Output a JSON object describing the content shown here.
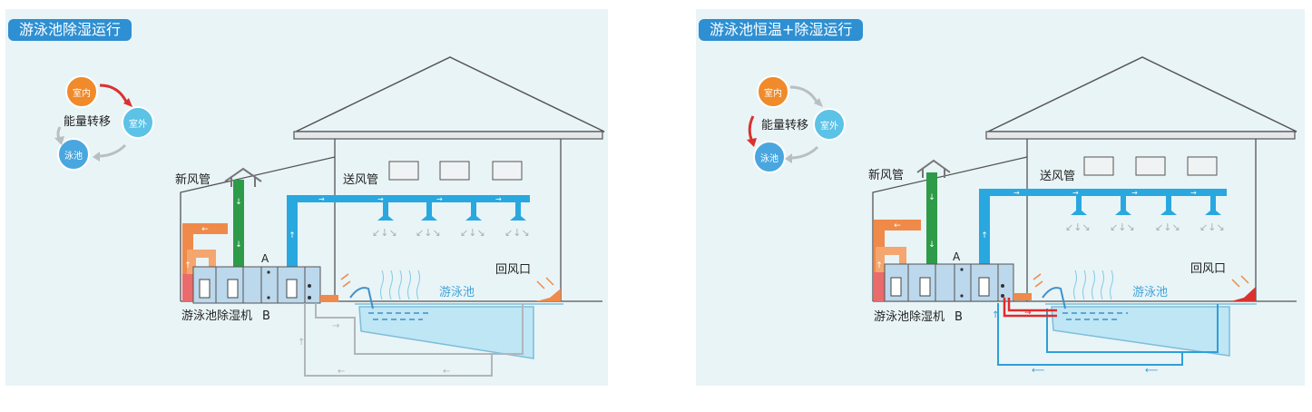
{
  "panels": [
    {
      "title": "游泳池除湿运行",
      "cycle": {
        "label": "能量转移",
        "indoor": "室内",
        "outdoor": "室外",
        "pool": "泳池"
      },
      "labels": {
        "fresh_air": "新风管",
        "supply_air": "送风管",
        "return_air": "回风口",
        "pool": "游泳池",
        "unit": "游泳池除湿机",
        "point_a": "A",
        "point_b": "B"
      }
    },
    {
      "title": "游泳池恒温+除湿运行",
      "cycle": {
        "label": "能量转移",
        "indoor": "室内",
        "outdoor": "室外",
        "pool": "泳池"
      },
      "labels": {
        "fresh_air": "新风管",
        "supply_air": "送风管",
        "return_air": "回风口",
        "pool": "游泳池",
        "unit": "游泳池除湿机",
        "point_a": "A",
        "point_b": "B"
      }
    }
  ],
  "colors": {
    "panel_bg": "#e9f4f7",
    "title_bg": "#2e8fd2",
    "supply_duct": "#29a8df",
    "fresh_duct": "#2d9b48",
    "return_duct": "#ef8a4a",
    "pool_water": "#bfe6f5",
    "pipe_left": "#b0b6bc",
    "pipe_right": "#2f9fd8",
    "hot_pipe": "#e02a2a"
  }
}
